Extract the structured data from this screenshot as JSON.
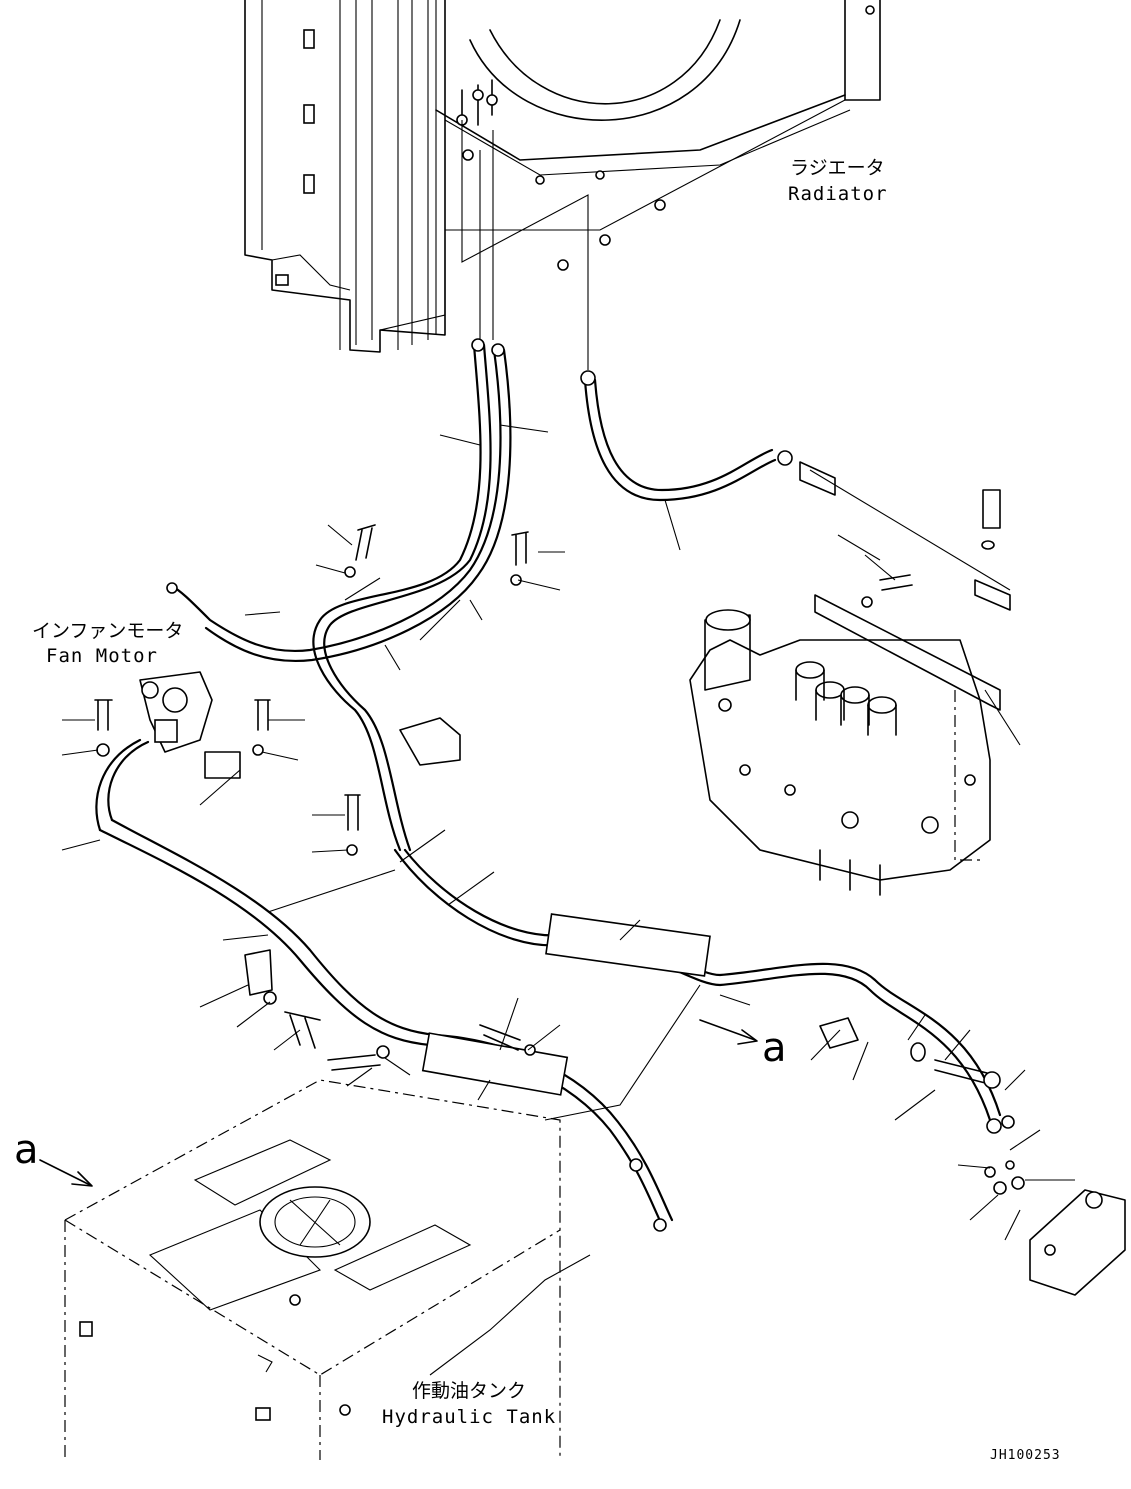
{
  "labels": {
    "radiator_jp": "ラジエータ",
    "radiator_en": "Radiator",
    "fan_motor_jp": "インファンモータ",
    "fan_motor_en": "Fan Motor",
    "hydraulic_tank_jp": "作動油タンク",
    "hydraulic_tank_en": "Hydraulic Tank",
    "view_arrow_a_left": "a",
    "view_arrow_a_right": "a",
    "drawing_code": "JH100253"
  }
}
